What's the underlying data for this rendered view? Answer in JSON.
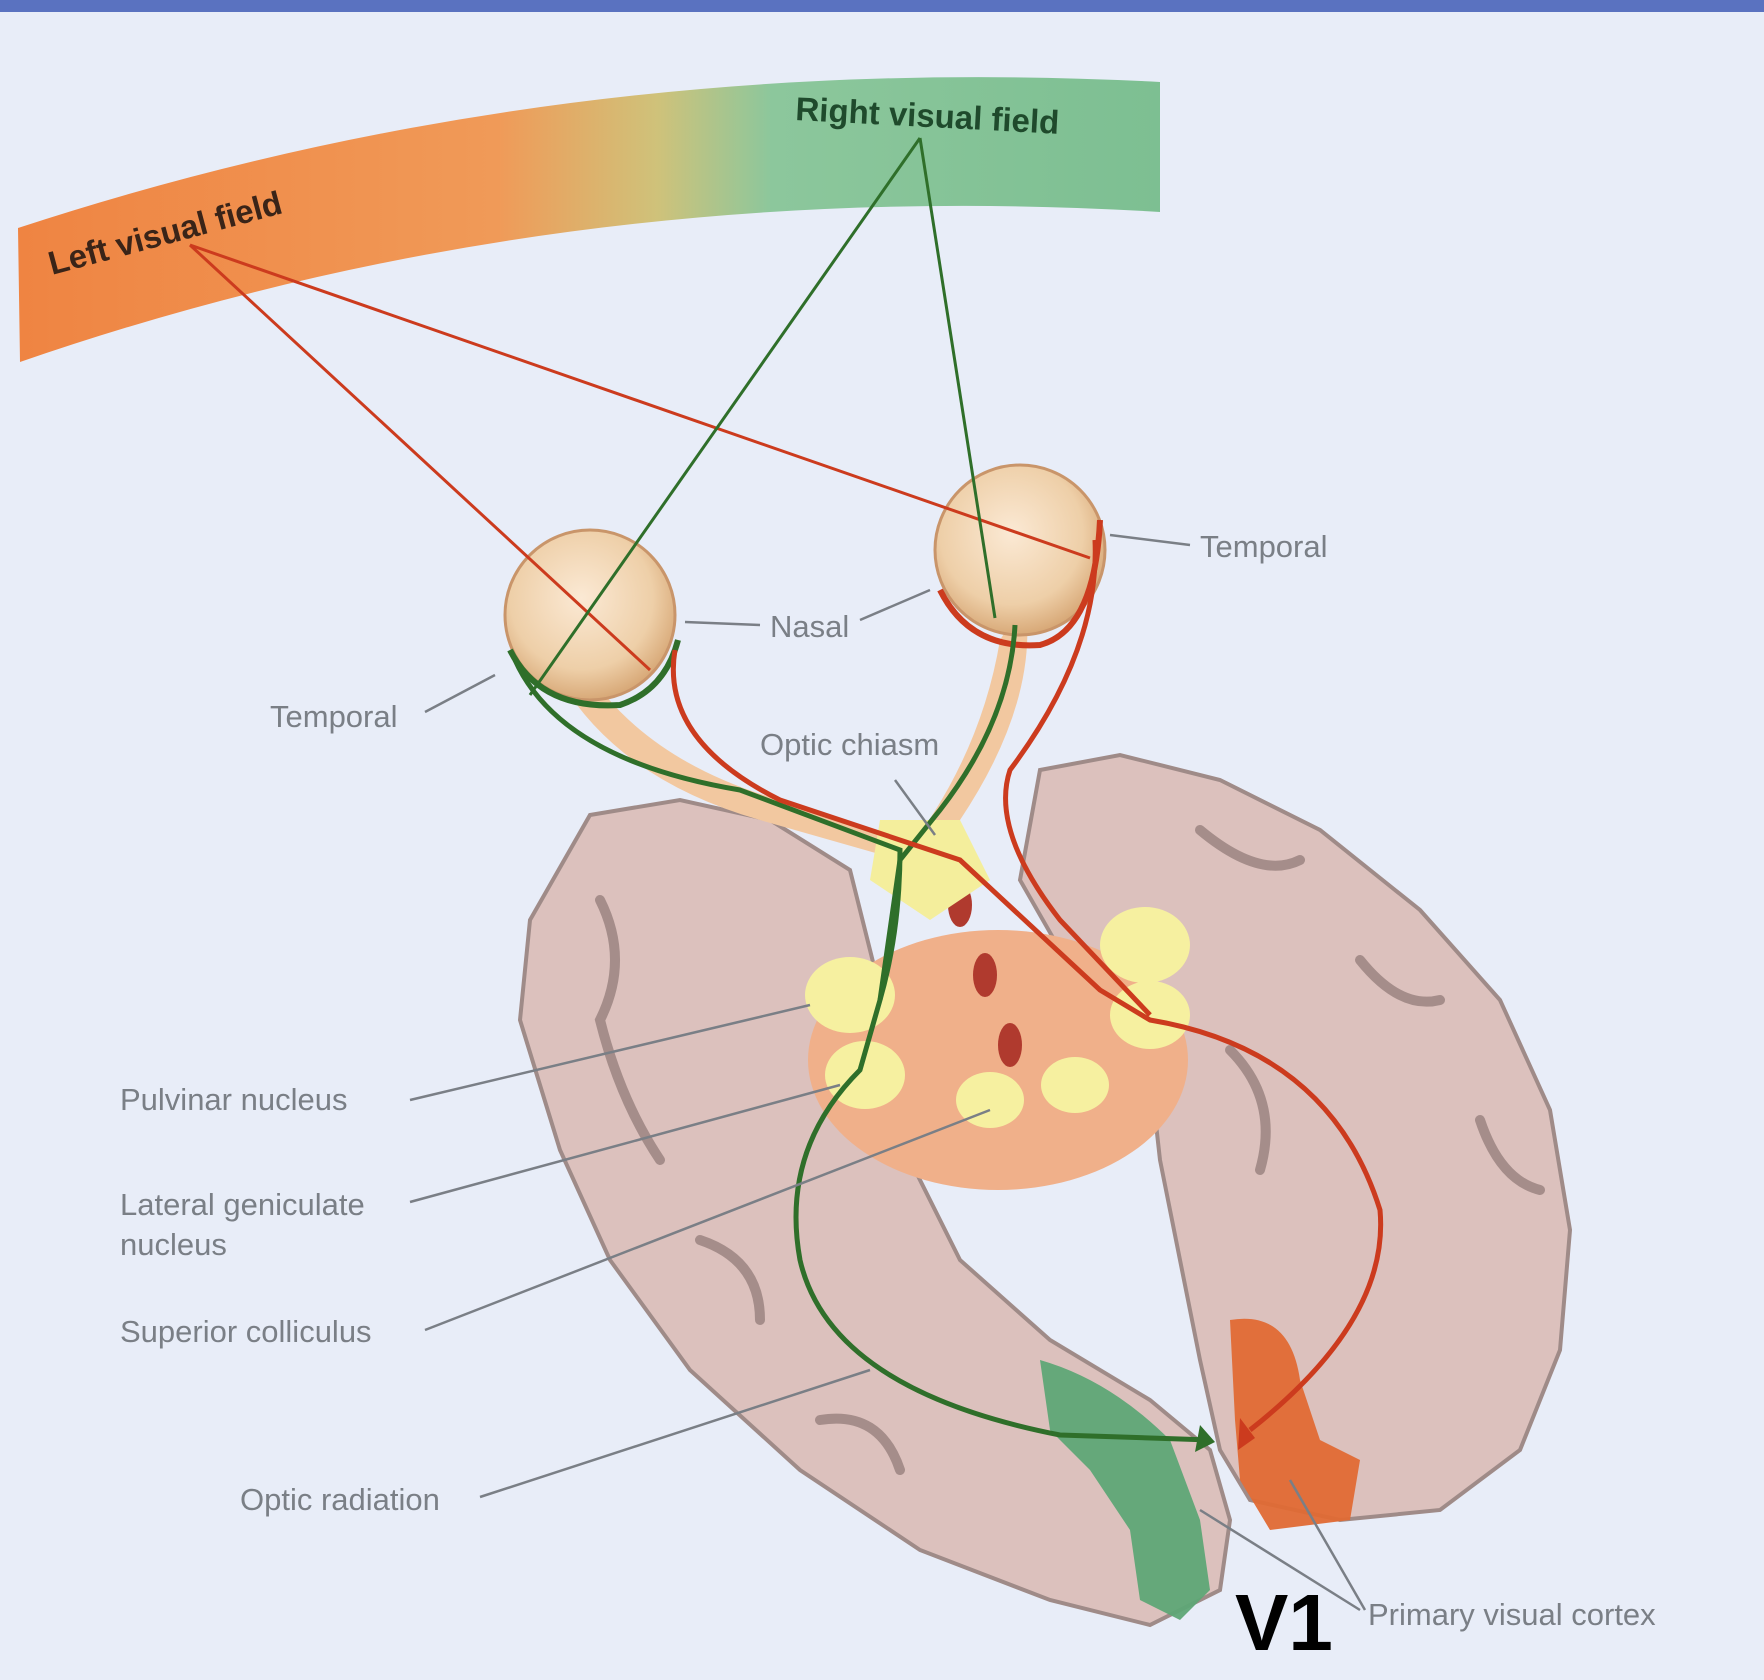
{
  "fields": {
    "left": "Left visual field",
    "right": "Right visual field"
  },
  "labels": {
    "temporal_right": "Temporal",
    "temporal_left": "Temporal",
    "nasal": "Nasal",
    "optic_chiasm": "Optic chiasm",
    "pulvinar": "Pulvinar nucleus",
    "lgn_line1": "Lateral geniculate",
    "lgn_line2": "nucleus",
    "superior_colliculus": "Superior colliculus",
    "optic_radiation": "Optic radiation",
    "primary_visual_cortex": "Primary visual cortex",
    "v1": "V1"
  },
  "colors": {
    "left_field": "#ef8a4a",
    "right_field": "#86c49a",
    "left_pathway": "#cc3b1e",
    "right_pathway": "#2f6f2a",
    "brain": "#dcc1bd",
    "background": "#e8edf8",
    "header_bar": "#5a72c0"
  }
}
